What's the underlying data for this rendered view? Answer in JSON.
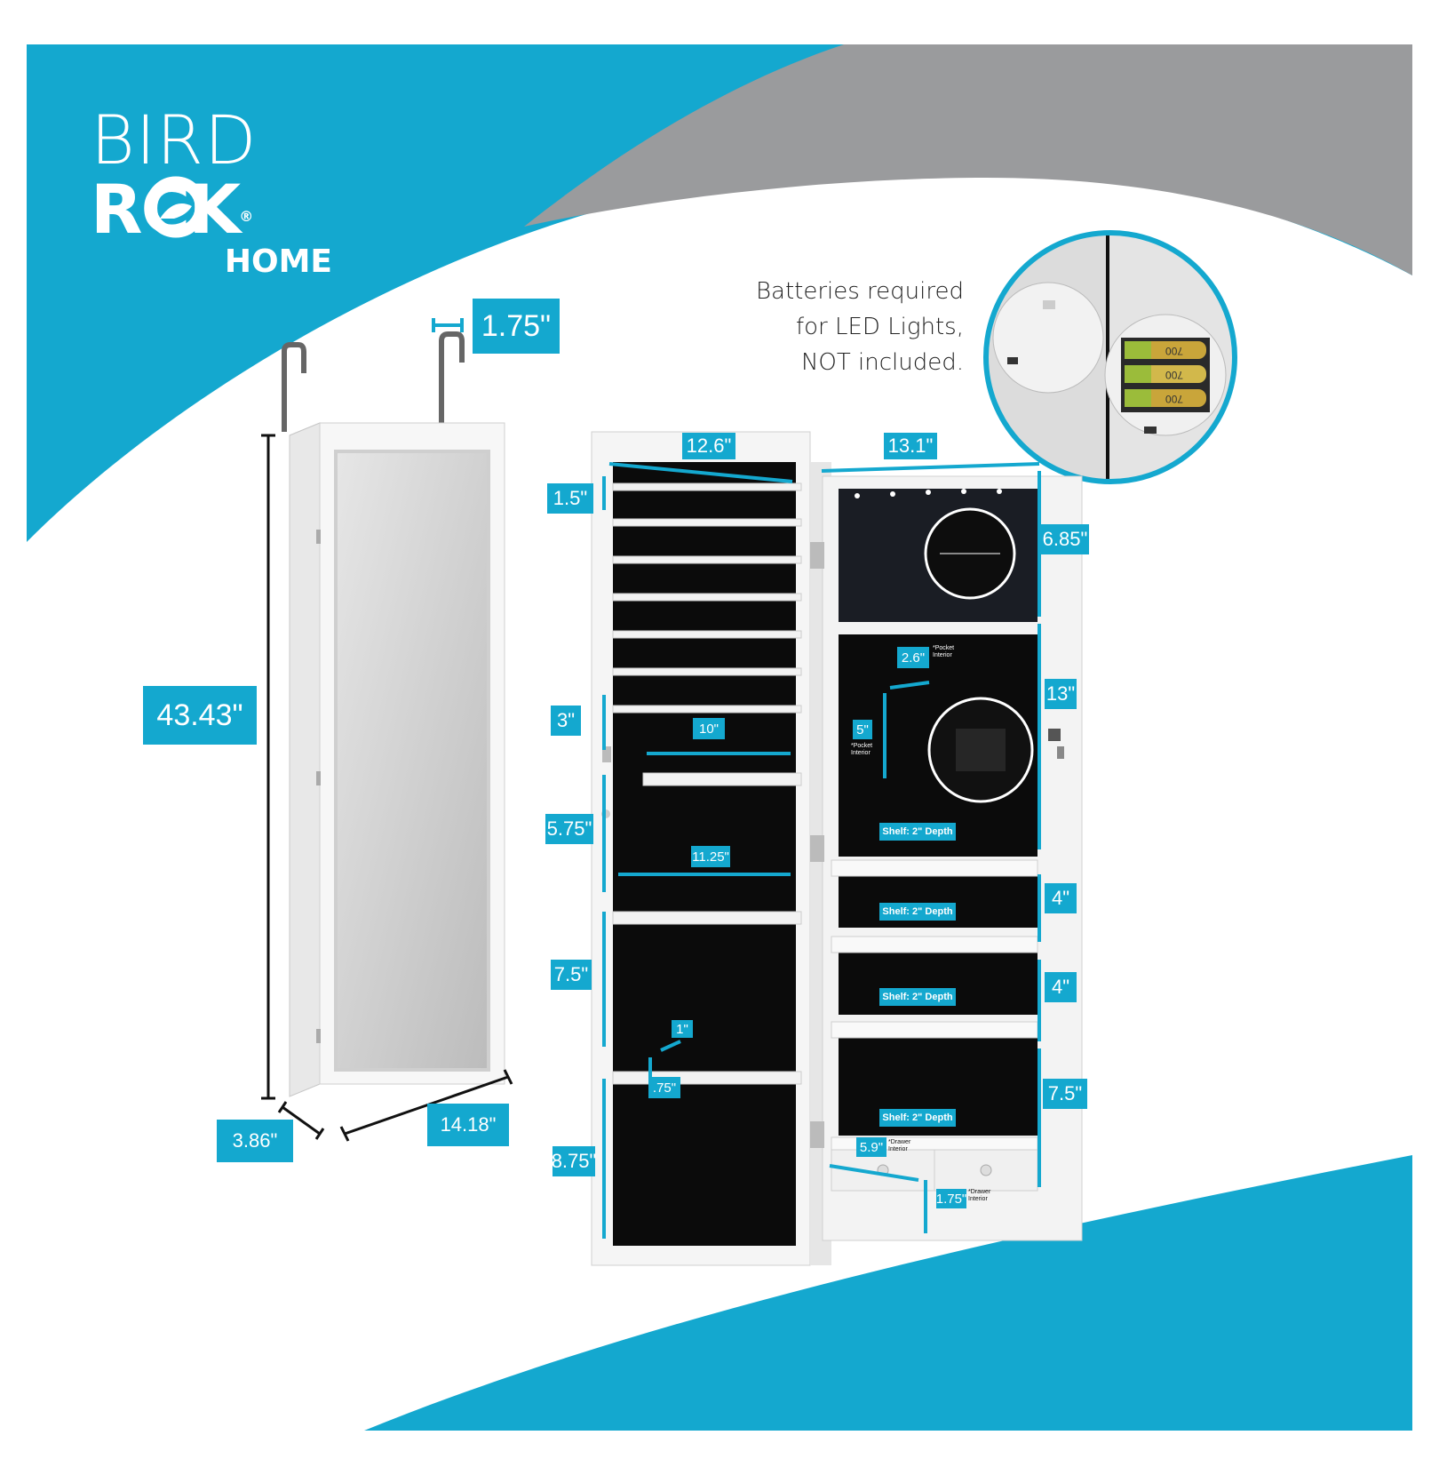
{
  "brand": {
    "line1": "BIRD",
    "line2": "RCK",
    "registered": "®",
    "line3": "HOME"
  },
  "battery_note": {
    "line1": "Batteries required",
    "line2": "for LED Lights,",
    "line3": "NOT included."
  },
  "battery_cells": [
    "700",
    "700",
    "700"
  ],
  "dimensions": {
    "hook_depth": "1.75\"",
    "total_height": "43.43\"",
    "depth": "3.86\"",
    "width": "14.18\"",
    "door_width": "12.6\"",
    "cabinet_width": "13.1\"",
    "top_spacing": "1.5\"",
    "spacing_3": "3\"",
    "bar_10": "10\"",
    "spacing_575": "5.75\"",
    "bar_1125": "11.25\"",
    "spacing_75_left": "7.5\"",
    "hook_1": "1\"",
    "hook_075": ".75\"",
    "spacing_875": "8.75\"",
    "led_height": "6.85\"",
    "pocket_width": "2.6\"",
    "pocket_height": "5\"",
    "pocket_section": "13\"",
    "shelf_spacing_1": "4\"",
    "shelf_spacing_2": "4\"",
    "bottom_spacing": "7.5\"",
    "drawer_width": "5.9\"",
    "drawer_height": "1.75\""
  },
  "notes": {
    "pocket_interior_a": "*Pocket Interior",
    "pocket_interior_b": "*Pocket Interior",
    "drawer_interior_a": "*Drawer Interior",
    "drawer_interior_b": "*Drawer Interior"
  },
  "shelves": [
    "Shelf: 2\" Depth",
    "Shelf: 2\" Depth",
    "Shelf: 2\" Depth",
    "Shelf: 2\" Depth"
  ],
  "colors": {
    "brand_blue": "#14a8cf",
    "gray_band": "#9a9b9d",
    "cabinet_white": "#f4f4f4",
    "interior_black": "#0b0b0b"
  }
}
